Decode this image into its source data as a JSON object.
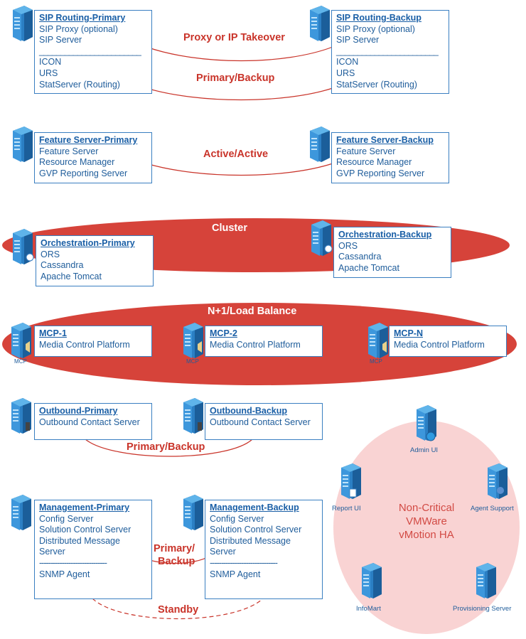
{
  "sip": {
    "primary": {
      "title": "SIP Routing-Primary",
      "l1": "SIP Proxy (optional)",
      "l2": "SIP Server",
      "sep": "________________________",
      "l3": "ICON",
      "l4": "URS",
      "l5": "StatServer (Routing)"
    },
    "backup": {
      "title": "SIP Routing-Backup",
      "l1": "SIP Proxy (optional)",
      "l2": "SIP Server",
      "sep": "________________________",
      "l3": "ICON",
      "l4": "URS",
      "l5": "StatServer (Routing)"
    },
    "label1": "Proxy or IP Takeover",
    "label2": "Primary/Backup"
  },
  "feature": {
    "primary": {
      "title": "Feature Server-Primary",
      "l1": "Feature Server",
      "l2": "Resource Manager",
      "l3": "GVP Reporting Server"
    },
    "backup": {
      "title": "Feature Server-Backup",
      "l1": "Feature Server",
      "l2": "Resource Manager",
      "l3": "GVP Reporting Server"
    },
    "label": "Active/Active"
  },
  "orch": {
    "primary": {
      "title": "Orchestration-Primary",
      "l1": "ORS",
      "l2": "Cassandra",
      "l3": "Apache Tomcat"
    },
    "backup": {
      "title": "Orchestration-Backup",
      "l1": "ORS",
      "l2": "Cassandra",
      "l3": "Apache Tomcat"
    },
    "label": "Cluster"
  },
  "mcp": {
    "label": "N+1/Load Balance",
    "icon_label": "MCP",
    "m1": {
      "title": "MCP-1",
      "l1": "Media Control Platform"
    },
    "m2": {
      "title": "MCP-2",
      "l1": "Media Control Platform"
    },
    "mn": {
      "title": "MCP-N",
      "l1": "Media Control Platform"
    }
  },
  "outbound": {
    "primary": {
      "title": "Outbound-Primary",
      "l1": "Outbound Contact Server"
    },
    "backup": {
      "title": "Outbound-Backup",
      "l1": "Outbound Contact Server"
    },
    "label": "Primary/Backup"
  },
  "mgmt": {
    "primary": {
      "title": "Management-Primary",
      "l1": "Config Server",
      "l2": "Solution Control Server",
      "l3": "Distributed Message",
      "l4": "Server",
      "sep": "------------------------------",
      "l5": "SNMP Agent"
    },
    "backup": {
      "title": "Management-Backup",
      "l1": "Config Server",
      "l2": "Solution Control Server",
      "l3": "Distributed Message",
      "l4": "Server",
      "sep": "------------------------------",
      "l5": "SNMP Agent"
    },
    "label_line1": "Primary/",
    "label_line2": "Backup",
    "standby": "Standby"
  },
  "noncritical": {
    "line1": "Non-Critical",
    "line2": "VMWare",
    "line3": "vMotion HA",
    "admin": "Admin UI",
    "report": "Report UI",
    "agent": "Agent Support",
    "infomart": "InfoMart",
    "provisioning": "Provisioning Server"
  },
  "colors": {
    "ellipse_red": "#d6433a",
    "soft_pink": "#f9d3d3",
    "box_border": "#3a7fc1",
    "label_red": "#c9342a"
  }
}
